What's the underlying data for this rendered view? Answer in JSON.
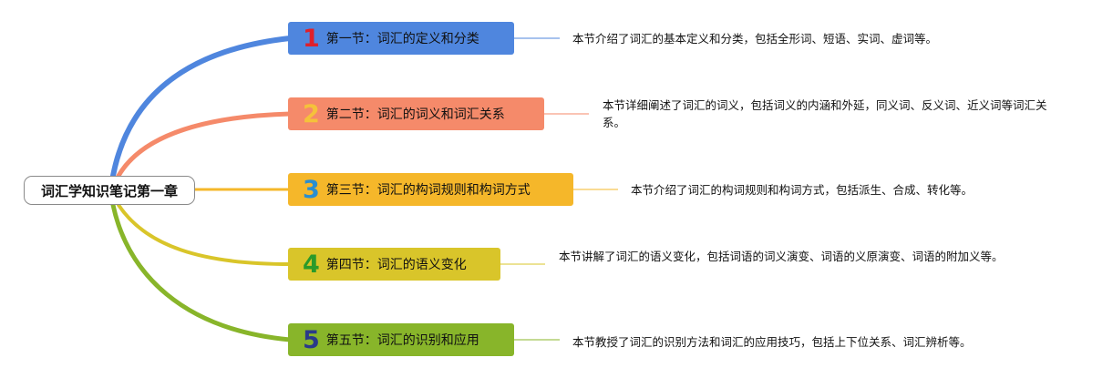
{
  "root": {
    "label": "词汇学知识笔记第一章"
  },
  "colors": {
    "branch1": "#4f86de",
    "branch2": "#f58a6a",
    "branch3": "#f5b72a",
    "branch4": "#d9c52a",
    "branch5": "#88b52a"
  },
  "branches": [
    {
      "number": "1",
      "title": "第一节：词汇的定义和分类",
      "desc": "本节介绍了词汇的基本定义和分类，包括全形词、短语、实词、虚词等。"
    },
    {
      "number": "2",
      "title": "第二节：词汇的词义和词汇关系",
      "desc": "本节详细阐述了词汇的词义，包括词义的内涵和外延，同义词、反义词、近义词等词汇关系。"
    },
    {
      "number": "3",
      "title": "第三节：词汇的构词规则和构词方式",
      "desc": "本节介绍了词汇的构词规则和构词方式，包括派生、合成、转化等。"
    },
    {
      "number": "4",
      "title": "第四节：词汇的语义变化",
      "desc": "本节讲解了词汇的语义变化，包括词语的词义演变、词语的义原演变、词语的附加义等。"
    },
    {
      "number": "5",
      "title": "第五节：词汇的识别和应用",
      "desc": "本节教授了词汇的识别方法和词汇的应用技巧，包括上下位关系、词汇辨析等。"
    }
  ]
}
